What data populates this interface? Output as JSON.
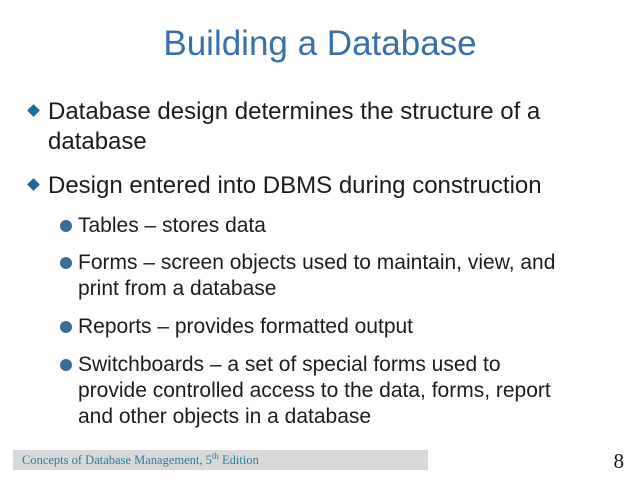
{
  "title": "Building a Database",
  "bullets": [
    {
      "level": 1,
      "lines": [
        "Database design determines the structure of a",
        "database"
      ]
    },
    {
      "level": 1,
      "lines": [
        "Design entered into DBMS during construction"
      ]
    },
    {
      "level": 2,
      "lines": [
        "Tables – stores data"
      ]
    },
    {
      "level": 2,
      "lines": [
        "Forms – screen objects used to maintain, view, and",
        "print from a database"
      ]
    },
    {
      "level": 2,
      "lines": [
        "Reports – provides formatted output"
      ]
    },
    {
      "level": 2,
      "lines": [
        "Switchboards – a set of special forms used to",
        "provide controlled access to the data, forms, report",
        "and other objects in a database"
      ]
    }
  ],
  "footer": {
    "prefix": "Concepts of Database Management, 5",
    "sup": "th",
    "suffix": " Edition",
    "page_number": "8"
  },
  "colors": {
    "title_blue": "#3a70a8",
    "diamond_bullet": "#1a6b96",
    "circle_bullet": "#3a6d9c",
    "footer_text": "#2e7ba0",
    "footer_bar": "#d9d9d9",
    "body_text": "#1c1c1c",
    "background": "#ffffff"
  }
}
